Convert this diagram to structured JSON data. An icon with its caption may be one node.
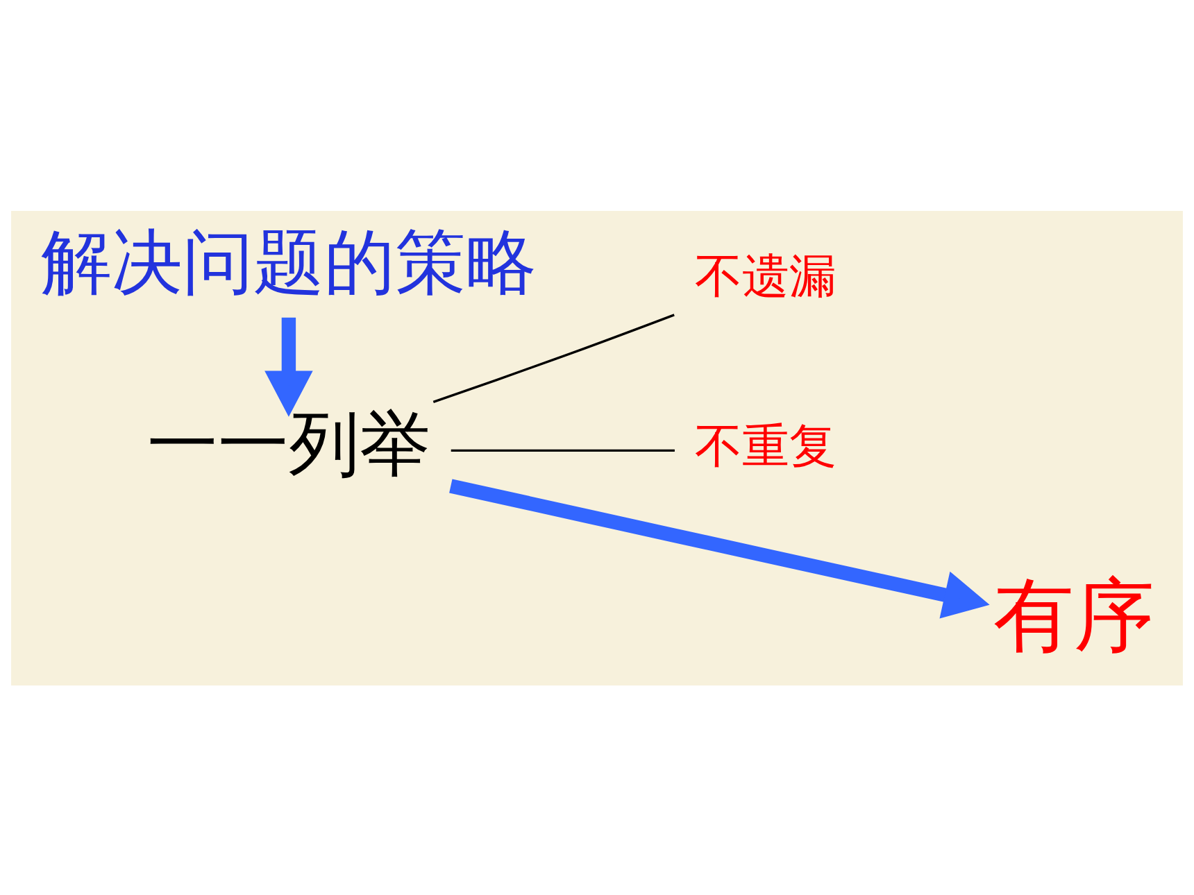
{
  "diagram": {
    "nodes": [
      {
        "text": [
          "解决问题的策略"
        ]
      },
      {
        "text": [
          "一一列举"
        ]
      },
      {
        "text": [
          "不遗漏"
        ]
      },
      {
        "text": [
          "不重复"
        ]
      },
      {
        "text": [
          "有序"
        ]
      }
    ],
    "edges": [
      {
        "from": 0,
        "to": 1,
        "arrow": "to",
        "style": "thick",
        "color": "#3366ff"
      },
      {
        "from": 1,
        "to": 2,
        "arrow": "none",
        "color": "#000000"
      },
      {
        "from": 1,
        "to": 3,
        "arrow": "none",
        "color": "#000000"
      },
      {
        "from": 1,
        "to": 4,
        "arrow": "to",
        "style": "thick",
        "color": "#3366ff"
      }
    ]
  }
}
